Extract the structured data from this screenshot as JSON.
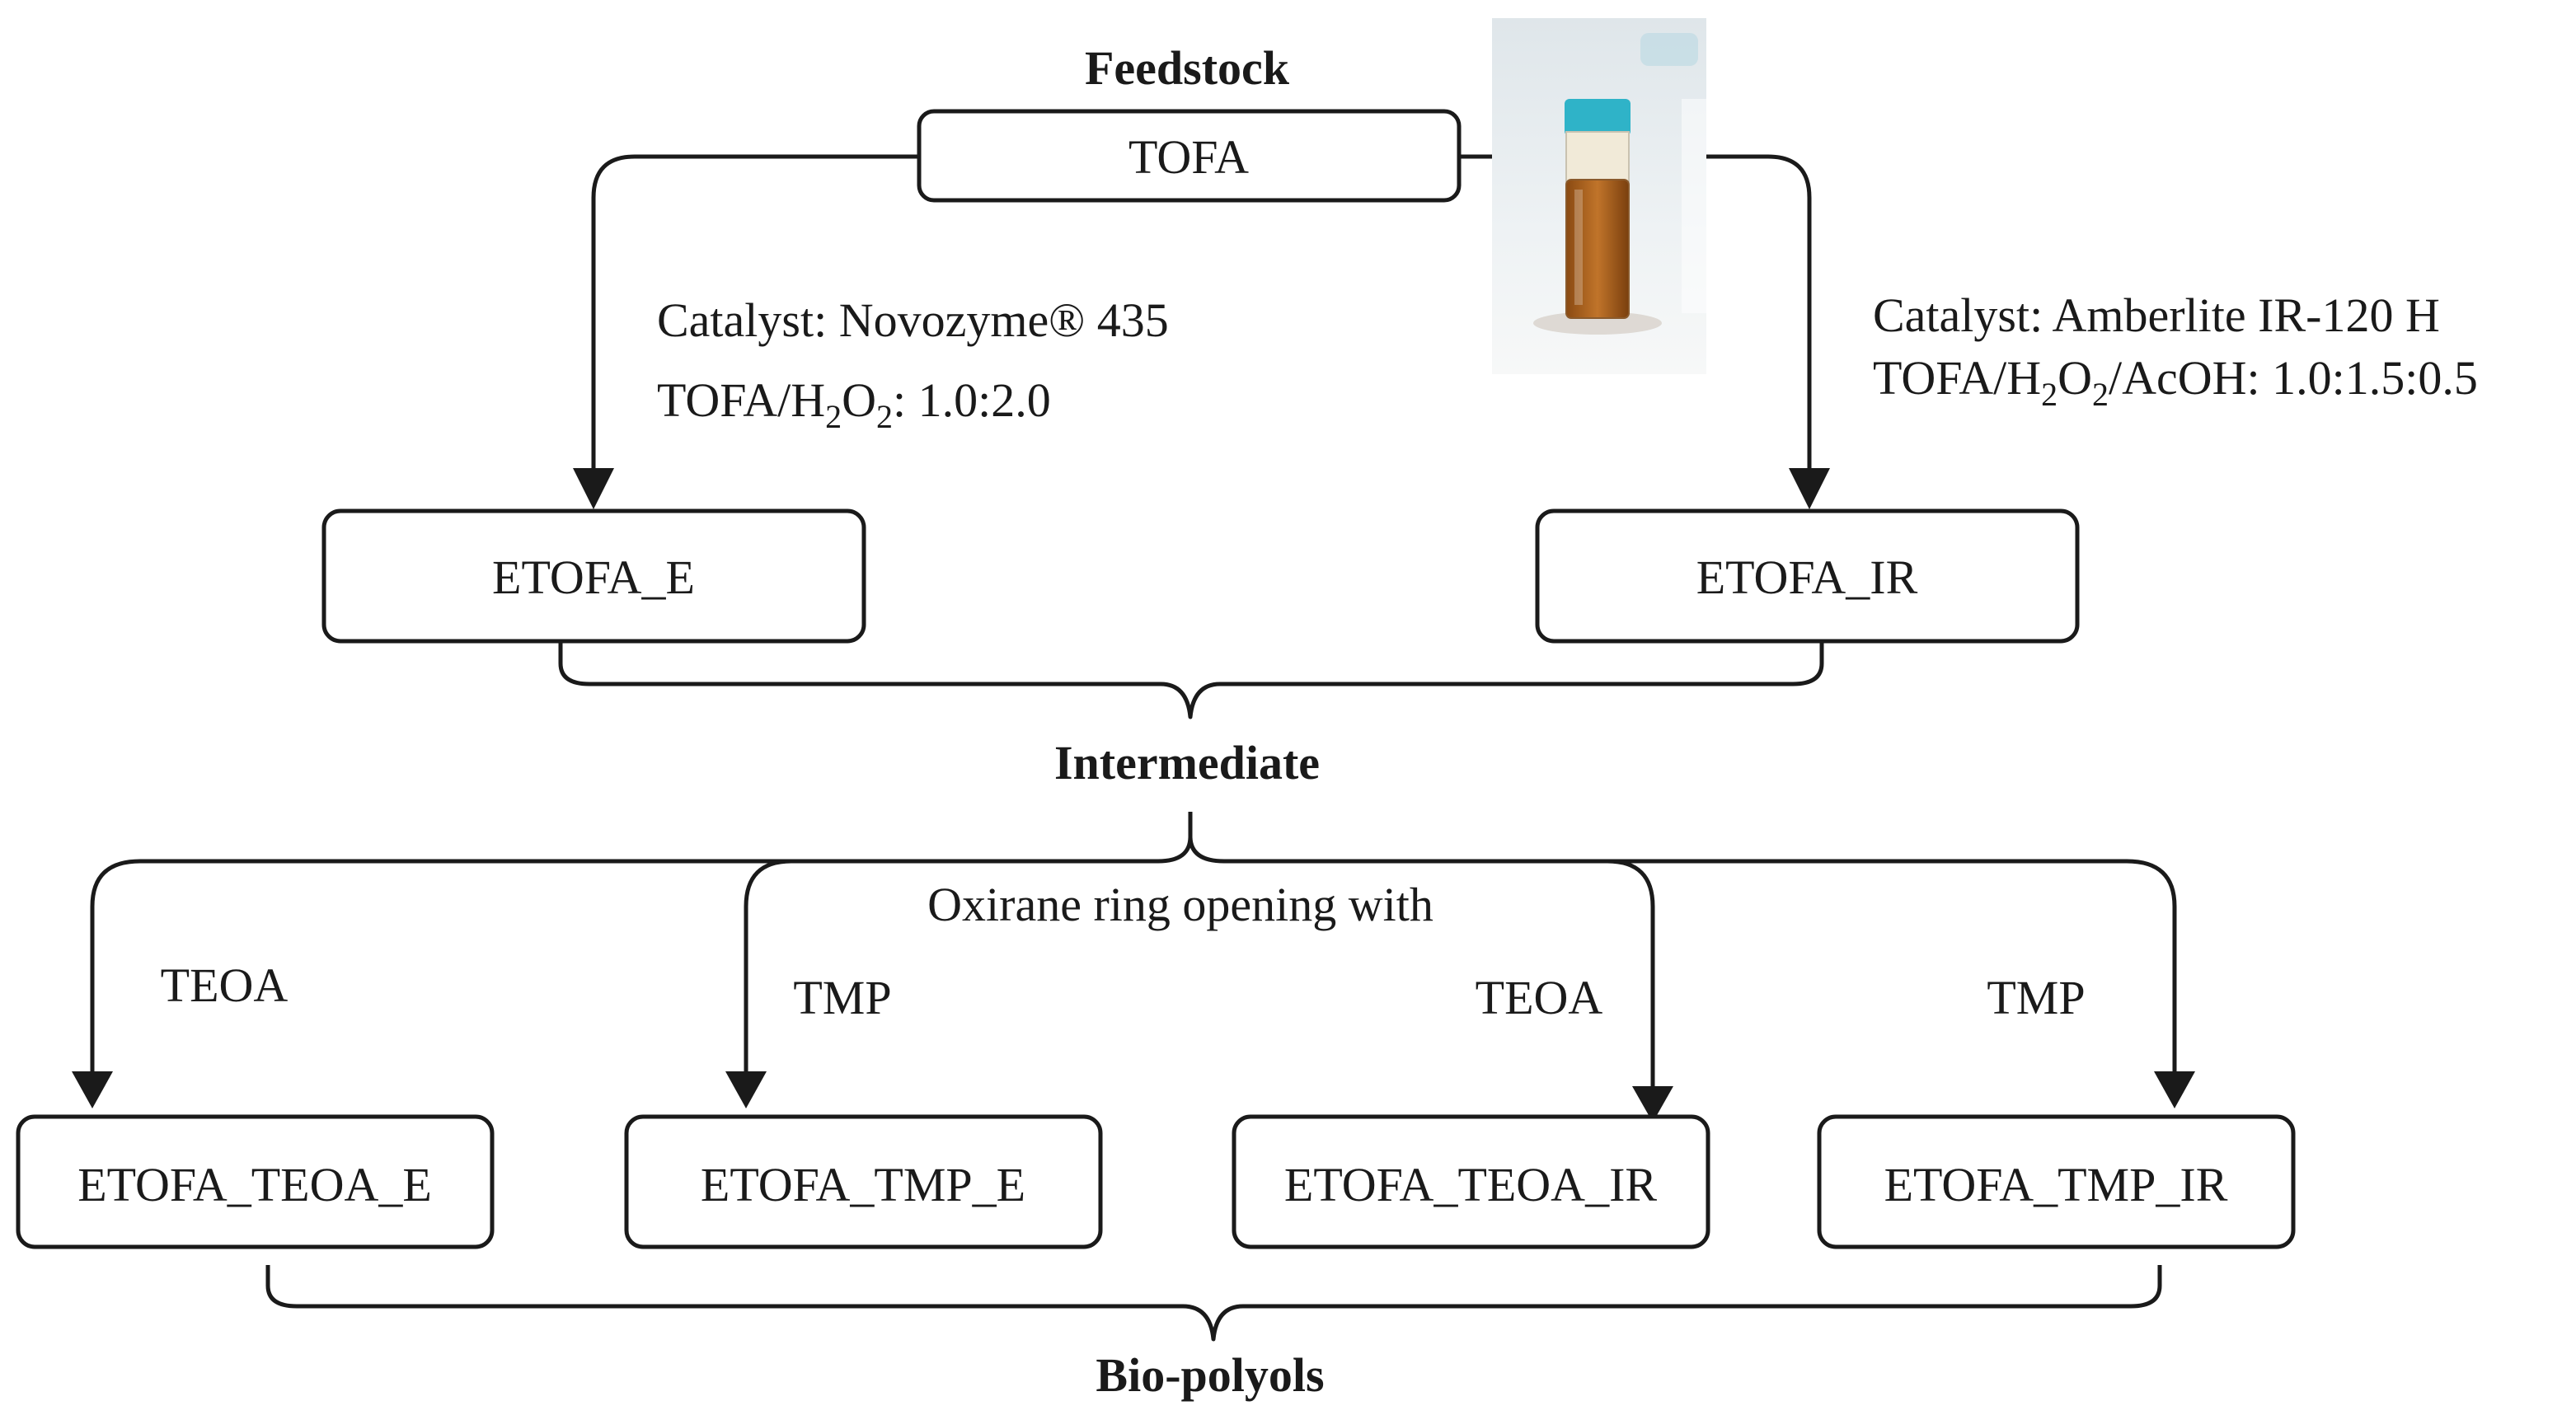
{
  "stage_labels": {
    "feedstock": "Feedstock",
    "intermediate": "Intermediate",
    "biopolyols": "Bio-polyols"
  },
  "nodes": {
    "tofa": "TOFA",
    "etofa_e": "ETOFA_E",
    "etofa_ir": "ETOFA_IR",
    "etofa_teoa_e": "ETOFA_TEOA_E",
    "etofa_tmp_e": "ETOFA_TMP_E",
    "etofa_teoa_ir": "ETOFA_TEOA_IR",
    "etofa_tmp_ir": "ETOFA_TMP_IR"
  },
  "conditions": {
    "left_catalyst": "Catalyst: Novozyme® 435",
    "left_ratio_prefix": "TOFA/H",
    "left_ratio_sub1": "2",
    "left_ratio_mid": "O",
    "left_ratio_sub2": "2",
    "left_ratio_suffix": ": 1.0:2.0",
    "right_catalyst": "Catalyst: Amberlite IR-120 H",
    "right_ratio_prefix": "TOFA/H",
    "right_ratio_sub1": "2",
    "right_ratio_mid": "O",
    "right_ratio_sub2": "2",
    "right_ratio_suffix": "/AcOH: 1.0:1.5:0.5"
  },
  "ring_opening": {
    "title": "Oxirane ring opening with",
    "reagents": [
      "TEOA",
      "TMP",
      "TEOA",
      "TMP"
    ]
  },
  "photo": {
    "icon": "sample-vial-photo",
    "cap_color": "#2fb3c8",
    "liquid_color": "#b5651d"
  }
}
